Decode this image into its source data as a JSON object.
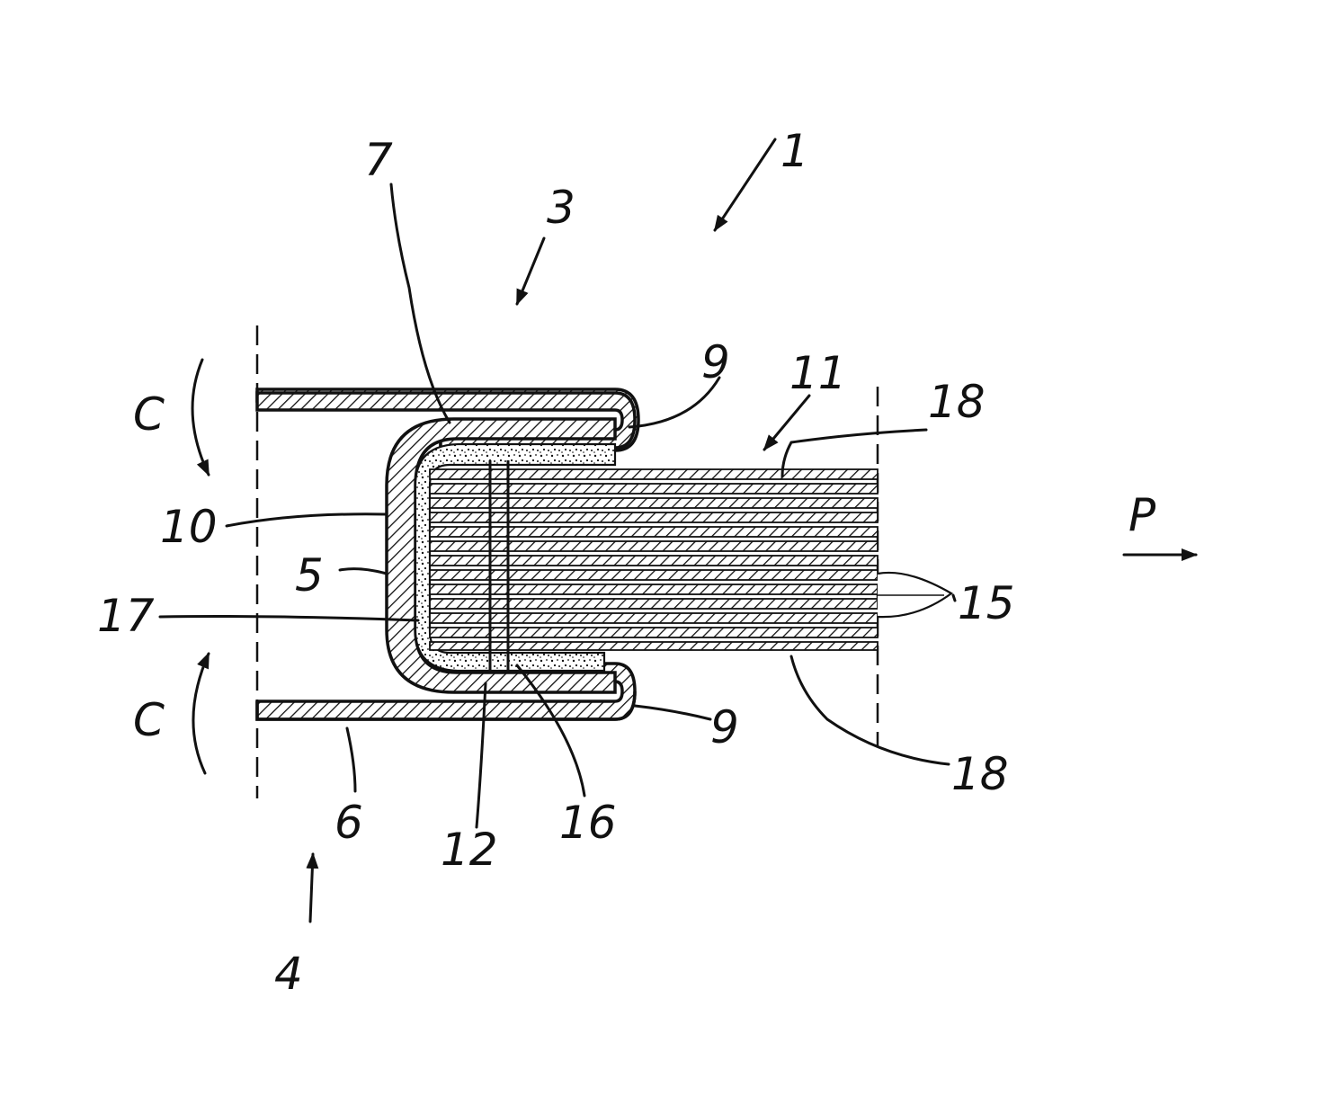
{
  "figure": {
    "labels": {
      "l1": "1",
      "l3": "3",
      "l4": "4",
      "l5": "5",
      "l6": "6",
      "l7": "7",
      "l9_top": "9",
      "l9_bottom": "9",
      "l10": "10",
      "l11": "11",
      "l12": "12",
      "l15": "15",
      "l16": "16",
      "l17": "17",
      "l18_top": "18",
      "l18_bottom": "18",
      "c_top": "C",
      "c_bottom": "C",
      "p": "P"
    },
    "colors": {
      "ink": "#111111",
      "paper": "#ffffff"
    }
  }
}
